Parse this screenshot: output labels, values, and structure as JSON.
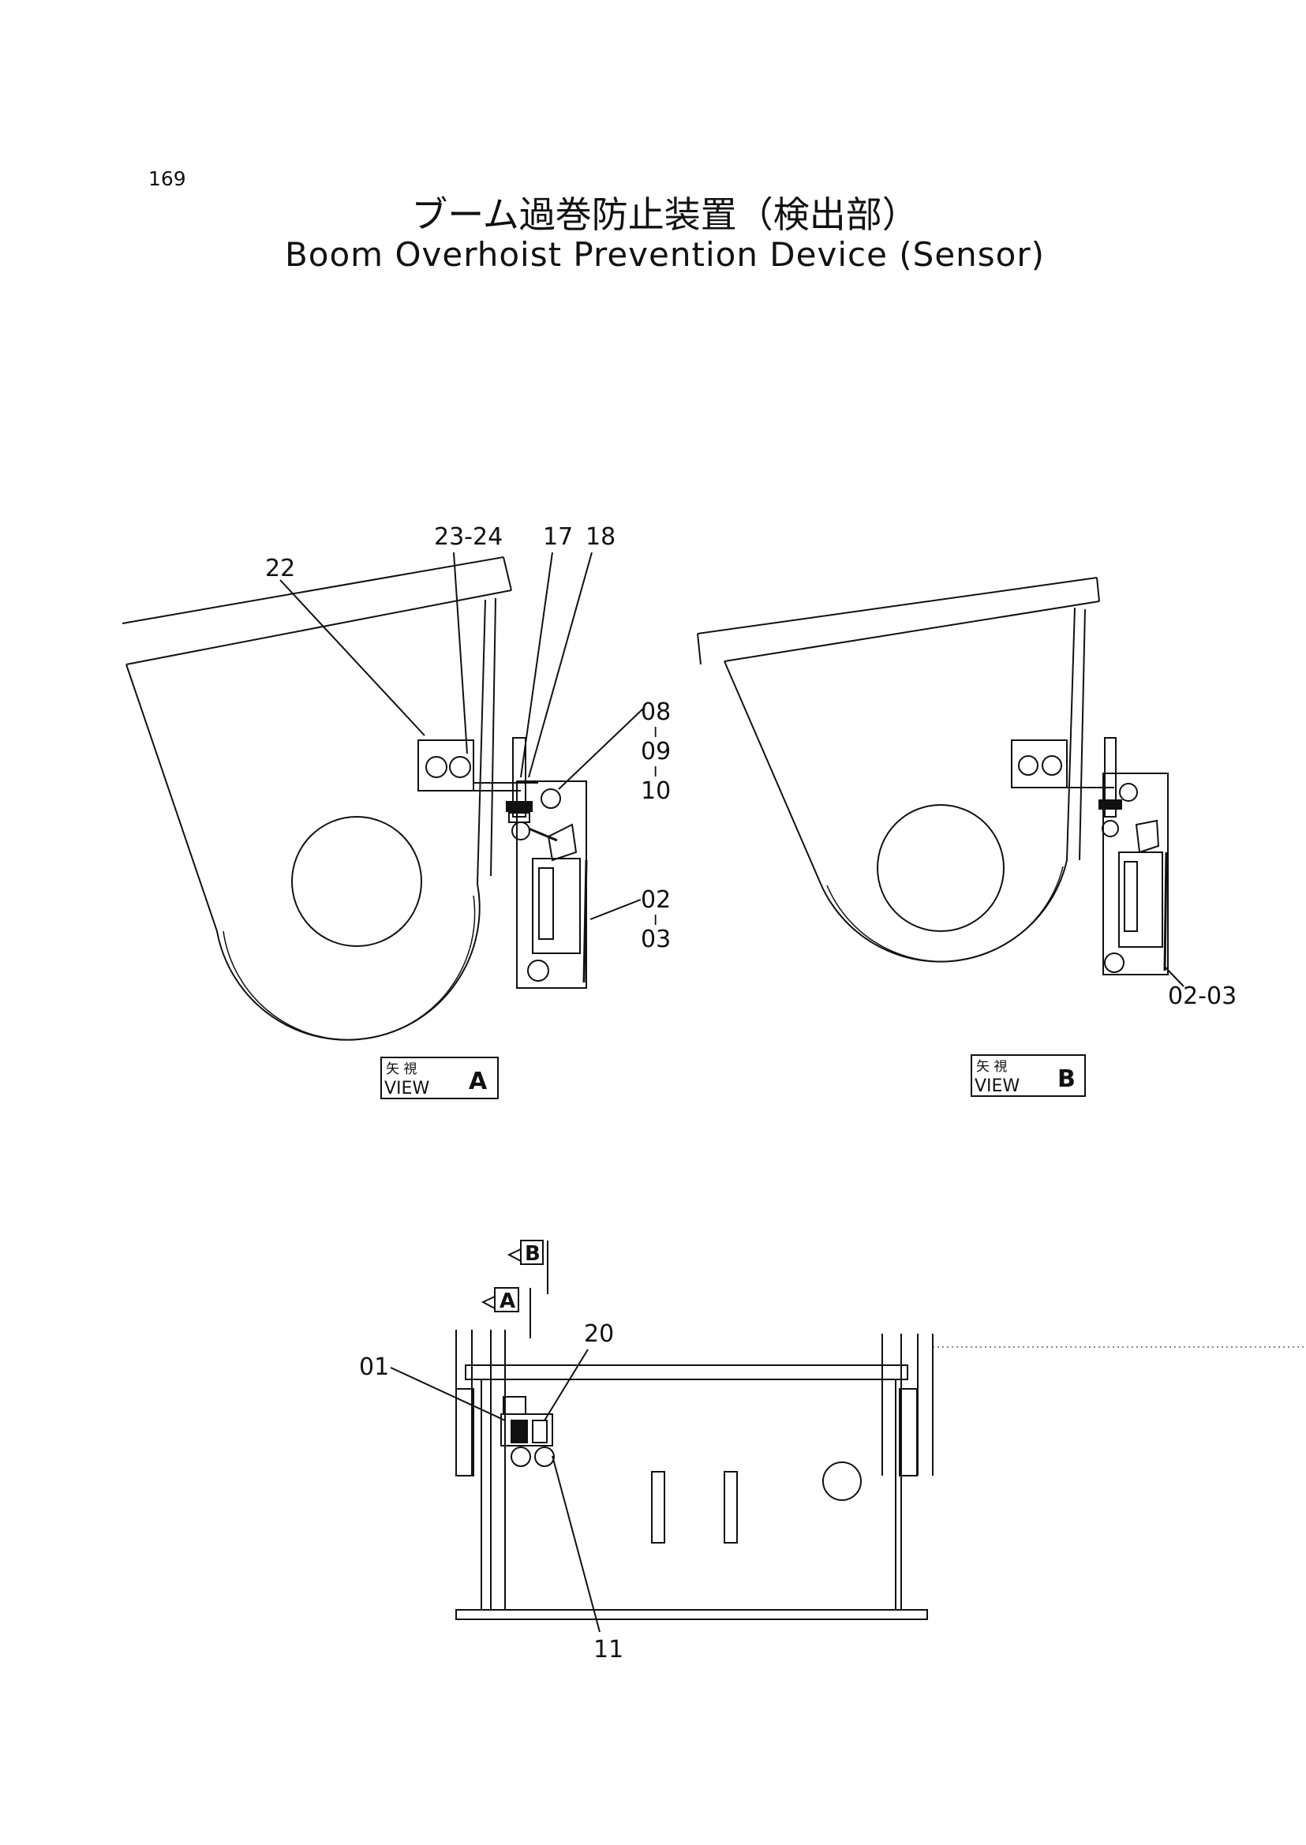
{
  "page_number": "169",
  "title_jp": "ブーム過巻防止装置（検出部）",
  "title_en": "Boom Overhoist Prevention Device (Sensor)",
  "view_a": {
    "labels": {
      "p22": "22",
      "p23_24": "23-24",
      "p17": "17",
      "p18": "18",
      "p08": "08",
      "p09": "09",
      "p10": "10",
      "p02": "02",
      "p03": "03",
      "dash": "I"
    },
    "box": {
      "kanji": "矢 視",
      "view": "VIEW",
      "letter": "A"
    }
  },
  "view_b": {
    "labels": {
      "p02_03": "02-03"
    },
    "box": {
      "kanji": "矢 視",
      "view": "VIEW",
      "letter": "B"
    }
  },
  "bottom": {
    "labels": {
      "p01": "01",
      "p20": "20",
      "p11": "11"
    },
    "arrows": {
      "b": "B",
      "a": "A"
    }
  }
}
